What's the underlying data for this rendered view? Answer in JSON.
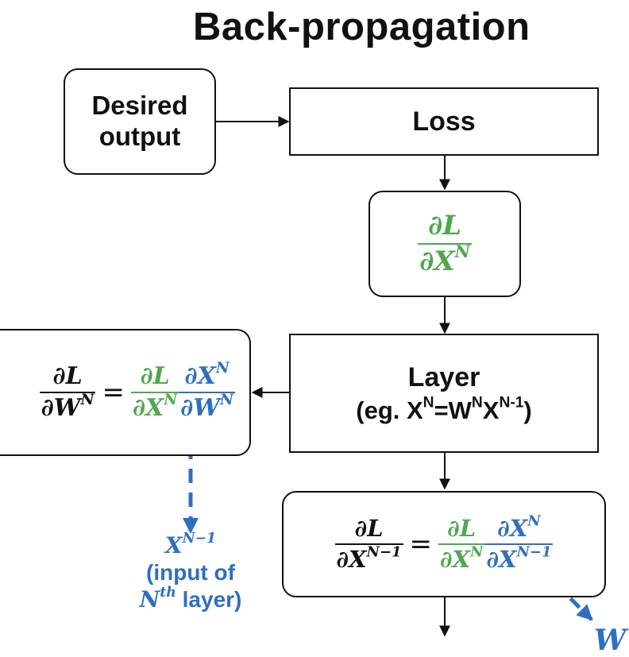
{
  "title": "Back-propagation",
  "desired_output": {
    "line1": "Desired",
    "line2": "output"
  },
  "loss": {
    "label": "Loss"
  },
  "dl_dxn": {
    "num": "∂L",
    "den_base": "∂X",
    "den_sup": "N"
  },
  "layer": {
    "line1": "Layer",
    "eg_prefix": "(eg. X",
    "sup1": "N",
    "eq": "=W",
    "sup2": "N",
    "x": "X",
    "sup3": "N-1",
    "suffix": ")"
  },
  "weight_grad": {
    "lhs_num": "∂L",
    "lhs_den_base": "∂W",
    "lhs_den_sup": "N",
    "eq": "=",
    "g_num": "∂L",
    "g_den_base": "∂X",
    "g_den_sup": "N",
    "b_num_base": "∂X",
    "b_num_sup": "N",
    "b_den_base": "∂W",
    "b_den_sup": "N"
  },
  "input_note": {
    "x_base": "X",
    "x_sup": "N−1",
    "line2": "(input of",
    "nth_base": "N",
    "nth_sup": "th",
    "line3_rest": " layer)"
  },
  "input_grad": {
    "lhs_num": "∂L",
    "lhs_den_base": "∂X",
    "lhs_den_sup": "N−1",
    "eq": "=",
    "g_num": "∂L",
    "g_den_base": "∂X",
    "g_den_sup": "N",
    "b_num_base": "∂X",
    "b_num_sup": "N",
    "b_den_base": "∂X",
    "b_den_sup": "N−1"
  },
  "w_cut_label": "W",
  "colors": {
    "green": "#4ea84f",
    "blue": "#2f6fbf",
    "black": "#111111"
  }
}
